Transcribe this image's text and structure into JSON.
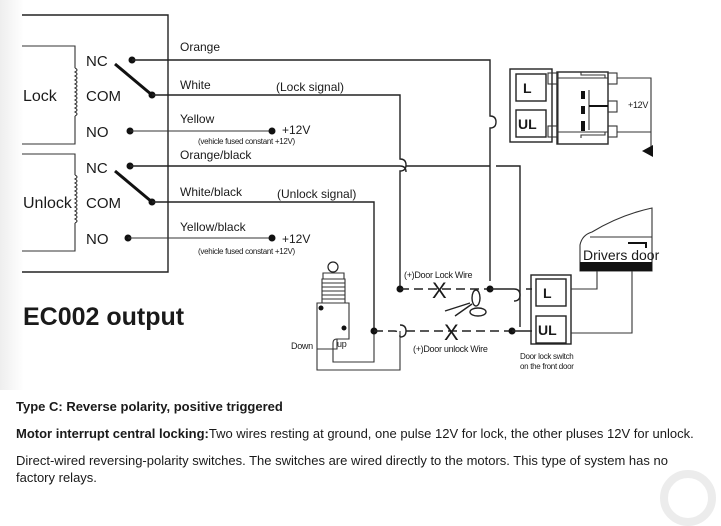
{
  "relays": {
    "lock": {
      "label": "Lock",
      "nc": "NC",
      "com": "COM",
      "no": "NO"
    },
    "unlock": {
      "label": "Unlock",
      "nc": "NC",
      "com": "COM",
      "no": "NO"
    }
  },
  "wires": {
    "orange": "Orange",
    "white": "White",
    "lock_signal": "(Lock signal)",
    "yellow": "Yellow",
    "plus12v_1": "+12V",
    "fused_note_1": "(vehicle fused constant +12V)",
    "orange_black": "Orange/black",
    "white_black": "White/black",
    "unlock_signal": "(Unlock signal)",
    "yellow_black": "Yellow/black",
    "plus12v_2": "+12V",
    "fused_note_2": "(vehicle fused constant +12V)"
  },
  "title": "EC002 output",
  "actuator": {
    "down": "Down",
    "up": "up"
  },
  "door_wires": {
    "lock": "(+)Door Lock Wire",
    "unlock": "(+)Door unlock Wire",
    "cut_mark": "X"
  },
  "factory_switch": {
    "l": "L",
    "ul": "UL",
    "plus12v": "+12V"
  },
  "driver_door": {
    "label": "Drivers door",
    "l": "L",
    "ul": "UL",
    "caption_line1": "Door lock switch",
    "caption_line2": "on the front door"
  },
  "description": {
    "heading": "Type C: Reverse polarity, positive triggered",
    "para1_bold": "Motor interrupt central locking:",
    "para1_text": "Two wires resting at ground, one pulse 12V for lock, the other pluses 12V for unlock.",
    "para2": "Direct-wired reversing-polarity switches. The switches are wired directly to the motors. This type of system has no factory relays."
  }
}
